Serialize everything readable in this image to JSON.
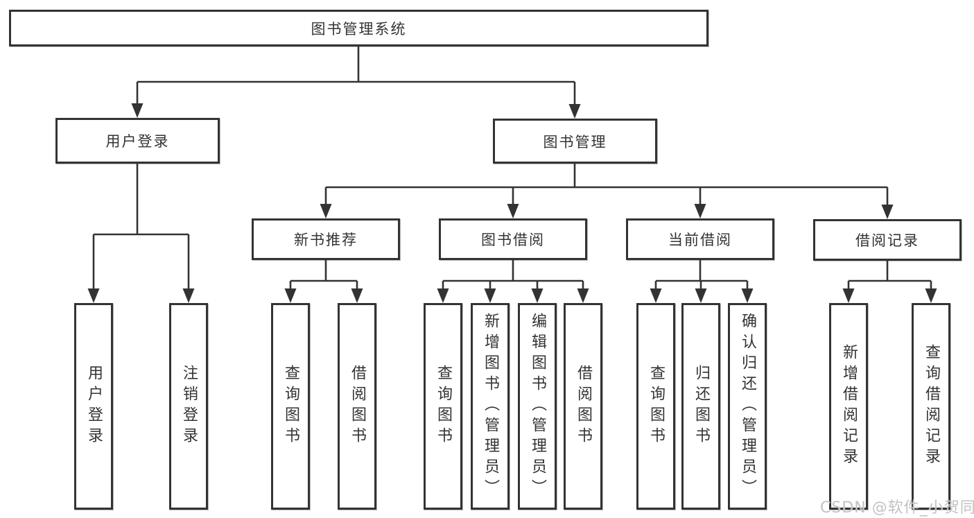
{
  "diagram": {
    "root": {
      "label": "图书管理系统"
    },
    "branches": [
      {
        "label": "用户登录",
        "children": [
          {
            "label": "用户登录"
          },
          {
            "label": "注销登录"
          }
        ]
      },
      {
        "label": "图书管理",
        "children": [
          {
            "label": "新书推荐",
            "children": [
              {
                "label": "查询图书"
              },
              {
                "label": "借阅图书"
              }
            ]
          },
          {
            "label": "图书借阅",
            "children": [
              {
                "label": "查询图书"
              },
              {
                "label": "新增图书（管理员）"
              },
              {
                "label": "编辑图书（管理员）"
              },
              {
                "label": "借阅图书"
              }
            ]
          },
          {
            "label": "当前借阅",
            "children": [
              {
                "label": "查询图书"
              },
              {
                "label": "归还图书"
              },
              {
                "label": "确认归还（管理员）"
              }
            ]
          },
          {
            "label": "借阅记录",
            "children": [
              {
                "label": "新增借阅记录"
              },
              {
                "label": "查询借阅记录"
              }
            ]
          }
        ]
      }
    ]
  },
  "watermark": {
    "text": "CSDN @软件_小贺同学"
  },
  "colors": {
    "line": "#333333",
    "box_border": "#333333",
    "text": "#333333",
    "watermark": "#c2c2c2",
    "background": "#ffffff"
  }
}
